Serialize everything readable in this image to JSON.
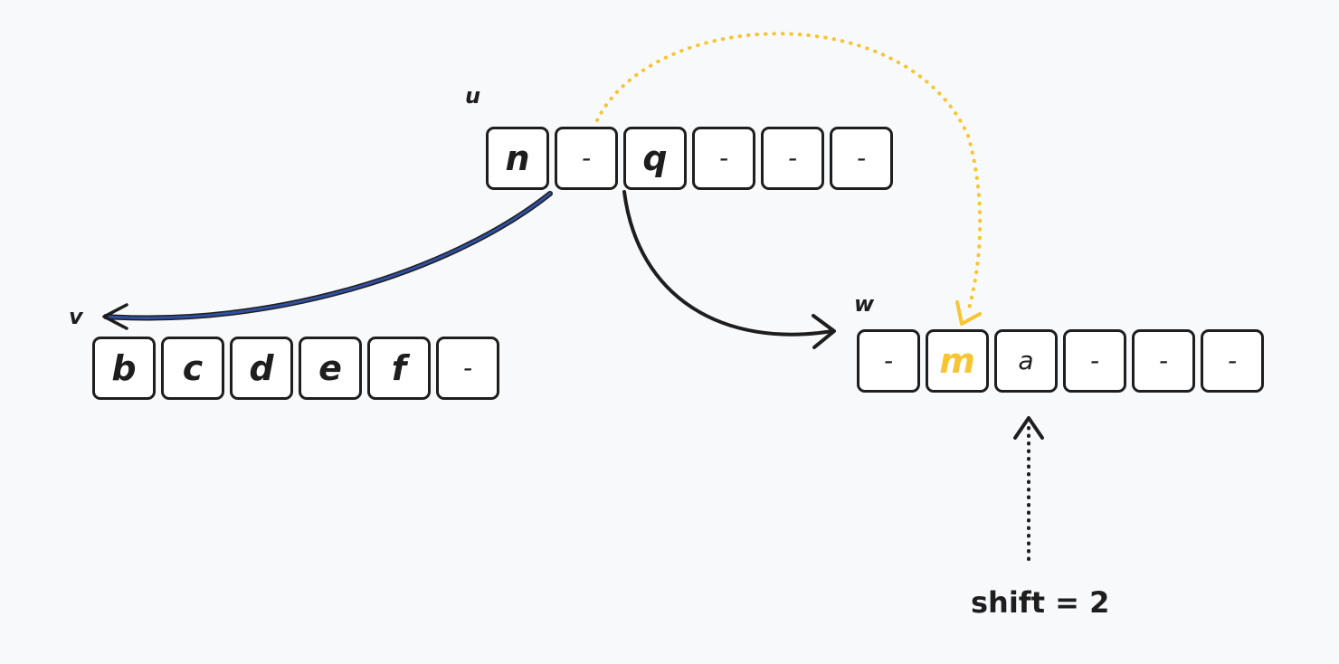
{
  "arrays": {
    "u": {
      "label": "u",
      "cells": [
        "n",
        "-",
        "q",
        "-",
        "-",
        "-"
      ]
    },
    "v": {
      "label": "v",
      "cells": [
        "b",
        "c",
        "d",
        "e",
        "f",
        "-"
      ]
    },
    "w": {
      "label": "w",
      "cells": [
        "-",
        "m",
        "a",
        "-",
        "-",
        "-"
      ]
    }
  },
  "annotation": {
    "shift_text": "shift = 2"
  },
  "colors": {
    "ink": "#1e1e1e",
    "blue_arrow": "#2f4fa3",
    "highlight": "#f7c533",
    "background": "#f8f9fa"
  }
}
